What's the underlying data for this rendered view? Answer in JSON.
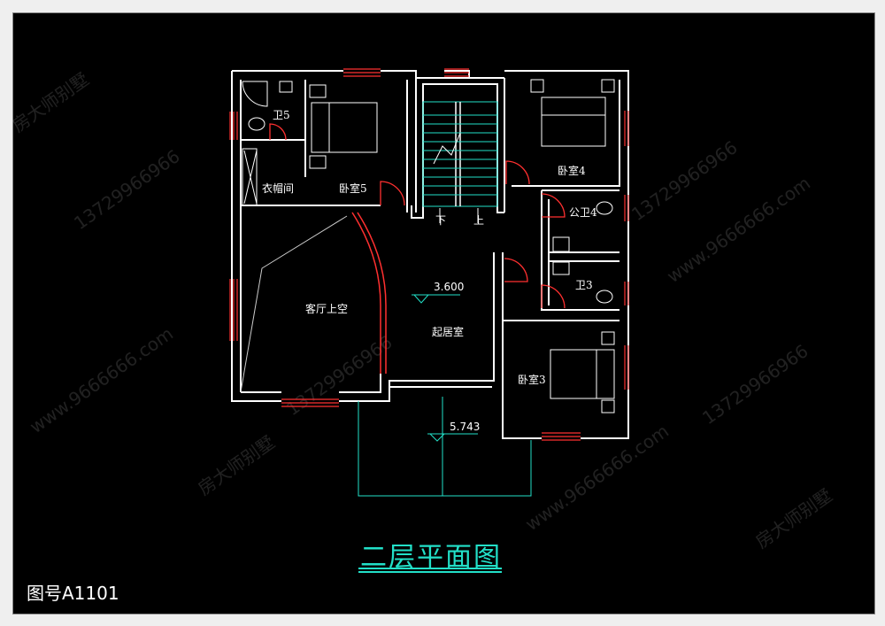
{
  "title": "二层平面图",
  "drawing_number": "图号A1101",
  "rooms": {
    "bath5": "卫5",
    "bedroom5": "卧室5",
    "closet": "衣帽间",
    "bedroom4": "卧室4",
    "public_bath4": "公卫4",
    "bath3": "卫3",
    "living_void": "客厅上空",
    "family_room": "起居室",
    "bedroom3": "卧室3"
  },
  "stair": {
    "down": "下",
    "up": "上"
  },
  "levels": {
    "floor": "3.600",
    "terrace": "5.743"
  },
  "watermark": {
    "brand": "房大师别墅",
    "phone": "13729966966",
    "site": "www.9666666.com"
  },
  "colors": {
    "wall": "#ffffff",
    "window": "#ff3030",
    "stair": "#22e0c8",
    "door": "#ff3030",
    "title": "#22e0c8"
  }
}
